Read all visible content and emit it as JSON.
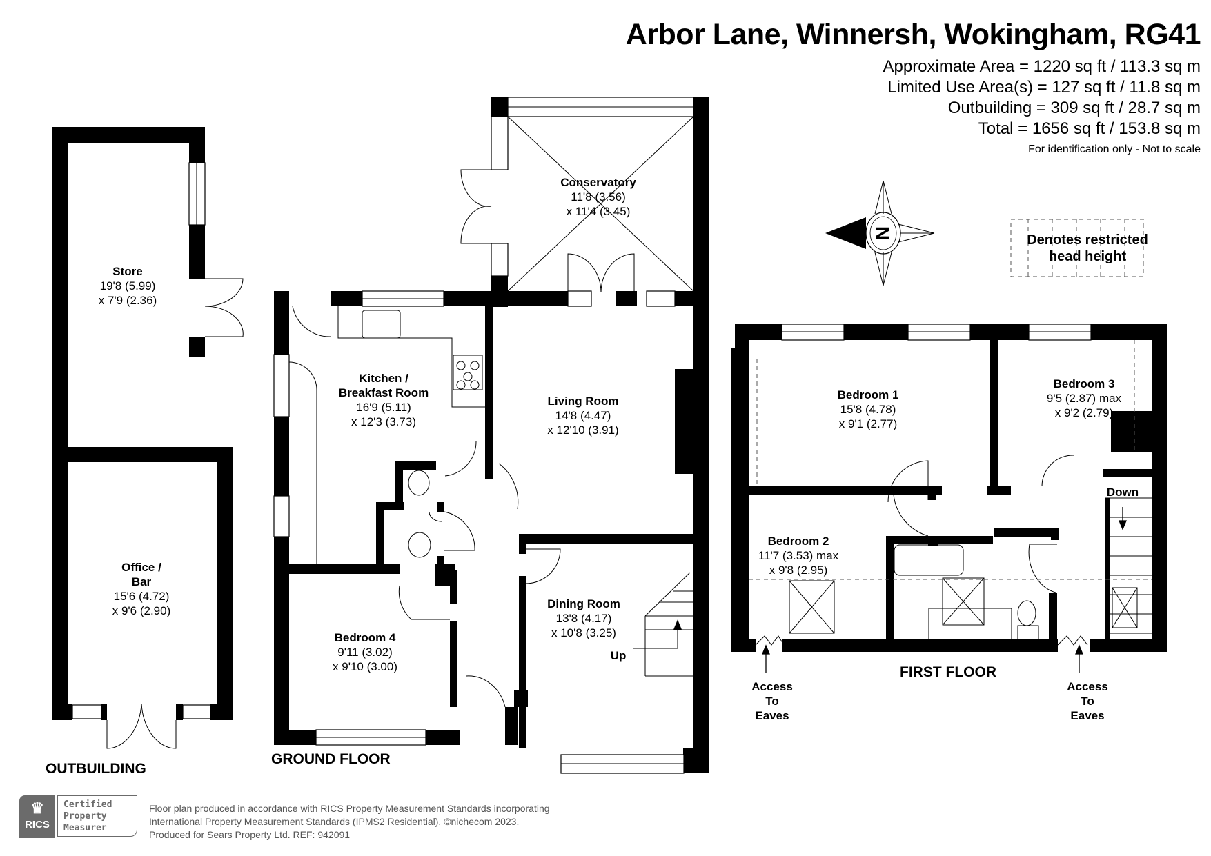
{
  "header": {
    "title": "Arbor Lane, Winnersh, Wokingham, RG41",
    "areas": [
      "Approximate Area = 1220 sq ft / 113.3 sq m",
      "Limited Use Area(s) = 127 sq ft / 11.8 sq m",
      "Outbuilding = 309 sq ft / 28.7 sq m",
      "Total = 1656 sq ft / 153.8 sq m"
    ],
    "disclaimer": "For identification only - Not to scale"
  },
  "compass": {
    "icon": "compass-north-icon",
    "letter": "N",
    "pointing": "left"
  },
  "legend": {
    "line1": "Denotes restricted",
    "line2": "head height"
  },
  "floors": {
    "outbuilding": {
      "label": "OUTBUILDING",
      "rooms": [
        {
          "name": "Store",
          "dim1": "19'8 (5.99)",
          "dim2": "x 7'9 (2.36)"
        },
        {
          "name_line1": "Office /",
          "name_line2": "Bar",
          "dim1": "15'6 (4.72)",
          "dim2": "x 9'6 (2.90)"
        }
      ]
    },
    "ground": {
      "label": "GROUND FLOOR",
      "rooms": [
        {
          "name": "Conservatory",
          "dim1": "11'8 (3.56)",
          "dim2": "x 11'4 (3.45)"
        },
        {
          "name_line1": "Kitchen /",
          "name_line2": "Breakfast Room",
          "dim1": "16'9 (5.11)",
          "dim2": "x 12'3 (3.73)"
        },
        {
          "name": "Living Room",
          "dim1": "14'8 (4.47)",
          "dim2": "x 12'10 (3.91)"
        },
        {
          "name": "Dining Room",
          "dim1": "13'8 (4.17)",
          "dim2": "x 10'8 (3.25)"
        },
        {
          "name": "Bedroom 4",
          "dim1": "9'11 (3.02)",
          "dim2": "x 9'10 (3.00)"
        }
      ],
      "stairs_label": "Up"
    },
    "first": {
      "label": "FIRST FLOOR",
      "rooms": [
        {
          "name": "Bedroom 1",
          "dim1": "15'8 (4.78)",
          "dim2": "x 9'1 (2.77)"
        },
        {
          "name": "Bedroom 3",
          "dim1": "9'5 (2.87) max",
          "dim2": "x 9'2 (2.79)"
        },
        {
          "name": "Bedroom 2",
          "dim1": "11'7 (3.53) max",
          "dim2": "x 9'8 (2.95)"
        }
      ],
      "stairs_label": "Down",
      "eaves": [
        {
          "l1": "Access",
          "l2": "To",
          "l3": "Eaves"
        },
        {
          "l1": "Access",
          "l2": "To",
          "l3": "Eaves"
        }
      ]
    }
  },
  "footer": {
    "rics_logo_text": "RICS",
    "badge": [
      "Certified",
      "Property",
      "Measurer"
    ],
    "lines": [
      "Floor plan produced in accordance with RICS Property Measurement Standards incorporating",
      "International Property Measurement Standards (IPMS2 Residential).   ©nichecom 2023.",
      "Produced for Sears Property Ltd.   REF: 942091"
    ]
  }
}
